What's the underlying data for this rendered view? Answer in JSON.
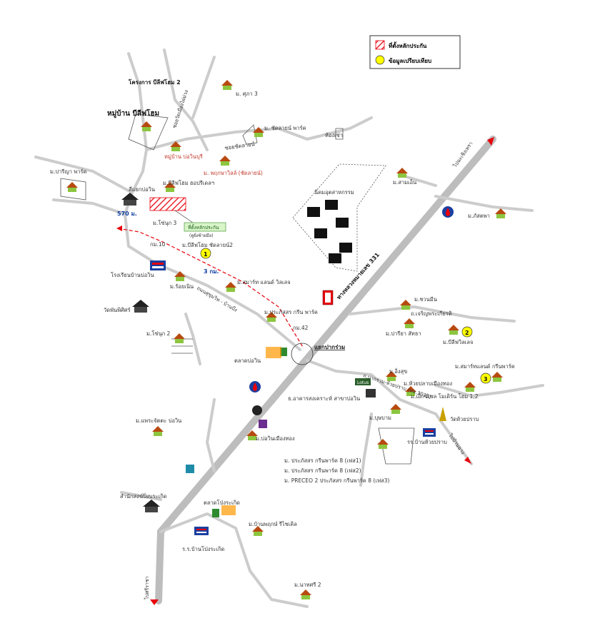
{
  "legend": {
    "site_label": "ที่ตั้งหลักประกัน",
    "compare_label": "ข้อมูลเปรียบเทียบ",
    "site_color": "#e8000b",
    "compare_color": "#ffff00"
  },
  "labels": {
    "project_plus": "โครงการ บีลีฟโฮม 2",
    "suk_rukbanpeaw": "ม. ศุภา 3",
    "village_believe": "หมู่บ้าน บีลีฟโฮม",
    "road_vertical": "ซอยวัดเมืองไผ่ม่วง",
    "chakrit_park": "ม. ชัดลายน์ พาร์ค",
    "soi_chatlayn": "ซอยชัดลายน์",
    "hong_chao": "ห้องเช่า",
    "baan_pru": "หมู่บ้าน บ่อวินบุรี",
    "pruksa": "ม. พฤกษาวิลล์ (ชัดลายน์)",
    "paree_park": "ม.ปารีญา พาร์ค",
    "believe_place": "ม.บีลีฟโฮม ฮอปรีเดลฯ",
    "bowin_junction": "สี่แยกบ่อวิน",
    "dist_570": "570 ม.",
    "sorachet_road": "ม.โซ่นุก 3",
    "site_callout": "ที่ตั้งหลักประกัน",
    "site_callout_sub": "(ดูฝั่งซ้ายมือ)",
    "km_10": "กม.10",
    "believe_home2": "ม.บีลีฟโฮม ชัดลายน์2",
    "school_bowin": "โรงเรียนบ้านบ่อวิน",
    "dist_3km": "3 กม.",
    "roi_mon": "ม.ร้อยเนิน",
    "smart_land": "ม.สมาร์ท แลนด์ วิลเลจ",
    "road_bowin": "ถนนสุขุมวิท - บ้านบึง",
    "wat_sriracha": "วัดพันพิศิศร์",
    "industrial": "นิคมอุตสาหกรรม",
    "sanmai": "ม.สามเอ็น",
    "kaset": "ม.ภัสตพา",
    "highway_331": "ทางหลวงหมายเลข 331",
    "prachatip_park": "ม.ประภัสสร กรีน พาร์ค",
    "sonuk2": "ม.โซ่นุก 2",
    "km_42": "กม.42",
    "yaek_pak_ruam": "แยกปากร่วม",
    "market_bowin": "ตลาดบ่อวิน",
    "chonmin": "ม.ชวนมีน",
    "charoen": "ถ.เจริญพระเกียรติ",
    "pariya_sattha": "ม.ปารียา สัทธา",
    "winner_village": "ม.บีลีฟวิลเลจ",
    "smart_land2": "ม.สมาร์ทแลนด์ กรีนพาร์ค",
    "lotus": "Lotus",
    "ing_suk": "ม.อิ่งสุข",
    "huay_pla": "ม.ห้วยปลาบเมืองทอง",
    "pak_ruam_road": "ถ.ปากร่วม-ห้วยปราบ (ทล.3013)",
    "bank_thai": "ธ.อาคารสงเคราะห์ สาขาบ่อวิน",
    "exchange": "ม.เอ็กซ์เซล โมเดิร์น โฮม 1,2",
    "bu_ngam": "ม.บุษบาม",
    "wat_huay": "วัดห้วยปราบ",
    "muang_thong": "ม.บ่อวินเมืองทอง",
    "pakhong": "ม.แพระจัตตะ บ่อวิน",
    "school_huay": "รร.บ้านห้วยปราบ",
    "prapas1": "ม. ประภัสสร กรีนพาร์ค 8 (เฟส1)",
    "prapas2": "ม. ประภัสสร กรีนพาร์ค 8 (เฟส2)",
    "prapas3": "ม. PRECEO 2 ประภัสสร กรีนพาร์ค 8 (เฟส3)",
    "police_station": "สำนักสงฆ์ปิ่งบระเกิด",
    "market_pong": "ตลาดโป่งระเกิด",
    "pinthong": "ม.บ้านพฤกษ์ รีไซเคิล",
    "school_pong": "ร.ร.บ้านโป่งระเกิด",
    "natasri": "ม.นาทศรี 2",
    "to_rayong": "ไปบ้านฉาง",
    "to_chachoeng": "ไปฉะเชิงเทรา",
    "to_sriracha": "ไปศรีราชา",
    "num1": "1",
    "num2": "2",
    "num3": "3"
  }
}
